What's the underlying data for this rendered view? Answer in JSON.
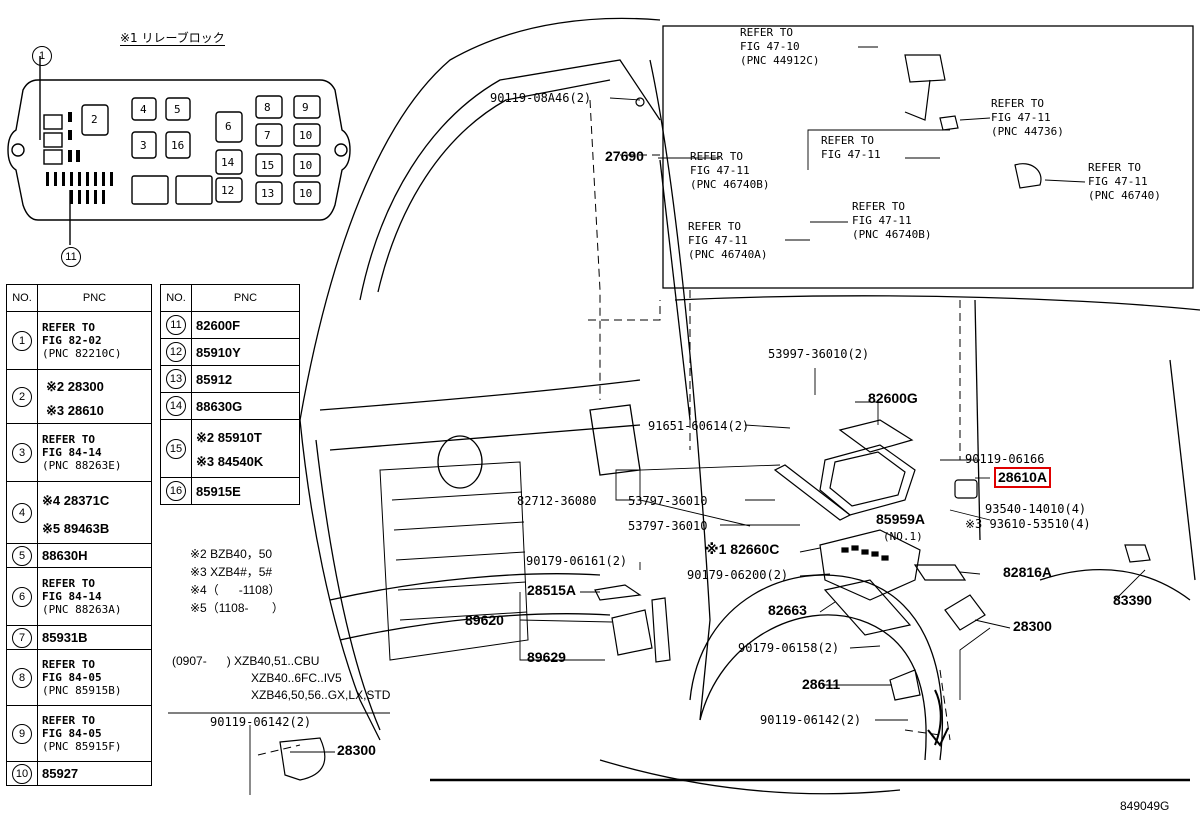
{
  "relay_block_title": "※1 リレーブロック",
  "relay_block": {
    "top_circle": "1",
    "bottom_circle": "11",
    "slots": [
      "2",
      "4",
      "5",
      "3",
      "16",
      "6",
      "8",
      "9",
      "7",
      "10",
      "14",
      "15",
      "10",
      "12",
      "13",
      "10"
    ]
  },
  "table_left": {
    "headers": {
      "no": "NO.",
      "pnc": "PNC"
    },
    "rows": [
      {
        "no": "1",
        "lines": [
          "REFER TO",
          "FIG 82-02",
          "(PNC 82210C)"
        ]
      },
      {
        "no": "2",
        "lines": [
          "※2  28300",
          "※3  28610"
        ]
      },
      {
        "no": "3",
        "lines": [
          "REFER TO",
          "FIG 84-14",
          "(PNC 88263E)"
        ]
      },
      {
        "no": "4",
        "lines": [
          "※4 28371C",
          "※5 89463B"
        ]
      },
      {
        "no": "5",
        "lines": [
          "88630H"
        ]
      },
      {
        "no": "6",
        "lines": [
          "REFER TO",
          "FIG 84-14",
          "(PNC 88263A)"
        ]
      },
      {
        "no": "7",
        "lines": [
          "85931B"
        ]
      },
      {
        "no": "8",
        "lines": [
          "REFER TO",
          "FIG 84-05",
          "(PNC 85915B)"
        ]
      },
      {
        "no": "9",
        "lines": [
          "REFER TO",
          "FIG 84-05",
          "(PNC 85915F)"
        ]
      },
      {
        "no": "10",
        "lines": [
          "85927"
        ]
      }
    ]
  },
  "table_right": {
    "headers": {
      "no": "NO.",
      "pnc": "PNC"
    },
    "rows": [
      {
        "no": "11",
        "lines": [
          "82600F"
        ]
      },
      {
        "no": "12",
        "lines": [
          "85910Y"
        ]
      },
      {
        "no": "13",
        "lines": [
          "85912"
        ]
      },
      {
        "no": "14",
        "lines": [
          "88630G"
        ]
      },
      {
        "no": "15",
        "lines": [
          "※2  85910T",
          "※3  84540K"
        ]
      },
      {
        "no": "16",
        "lines": [
          "85915E"
        ]
      }
    ]
  },
  "notes": {
    "n2": "※2 BZB40，50",
    "n3": "※3 XZB4#，5#",
    "n4": "※4（      -1108）",
    "n5": "※5（1108-       ）",
    "applic1": "(0907-      ) XZB40,51..CBU",
    "applic2": "XZB40..6FC..IV5",
    "applic3": "XZB46,50,56..GX,LX,STD"
  },
  "inset_refs": {
    "r1": "REFER TO\nFIG 47-10\n(PNC 44912C)",
    "r2": "REFER TO\nFIG 47-11\n(PNC 44736)",
    "r3": "REFER TO\nFIG 47-11",
    "r4": "REFER TO\nFIG 47-11\n(PNC 46740B)",
    "r5": "REFER TO\nFIG 47-11\n(PNC 46740)",
    "r6": "REFER TO\nFIG 47-11\n(PNC 46740B)",
    "r7": "REFER TO\nFIG 47-11\n(PNC 46740A)"
  },
  "parts": {
    "p_90119_08A46": "90119-08A46(2)",
    "p_27690": "27690",
    "p_53997": "53997-36010(2)",
    "p_82600G": "82600G",
    "p_91651": "91651-60614(2)",
    "p_90119_06166": "90119-06166",
    "p_28610A": "28610A",
    "p_82712": "82712-36080",
    "p_53797a": "53797-36010",
    "p_53797b": "53797-36010",
    "p_85959A": "85959A",
    "p_no1": "(NO.1)",
    "p_93540": "93540-14010(4)",
    "p_93610": "※3 93610-53510(4)",
    "p_90179_06161": "90179-06161(2)",
    "p_82660C": "※1 82660C",
    "p_90179_06200": "90179-06200(2)",
    "p_82816A": "82816A",
    "p_28515A": "28515A",
    "p_83390": "83390",
    "p_89620": "89620",
    "p_82663": "82663",
    "p_28300": "28300",
    "p_89629": "89629",
    "p_90179_06158": "90179-06158(2)",
    "p_28611": "28611",
    "p_90119_06142": "90119-06142(2)",
    "p_90119_06142b": "90119-06142(2)",
    "p_28300b": "28300",
    "diagram_id": "849049G"
  }
}
